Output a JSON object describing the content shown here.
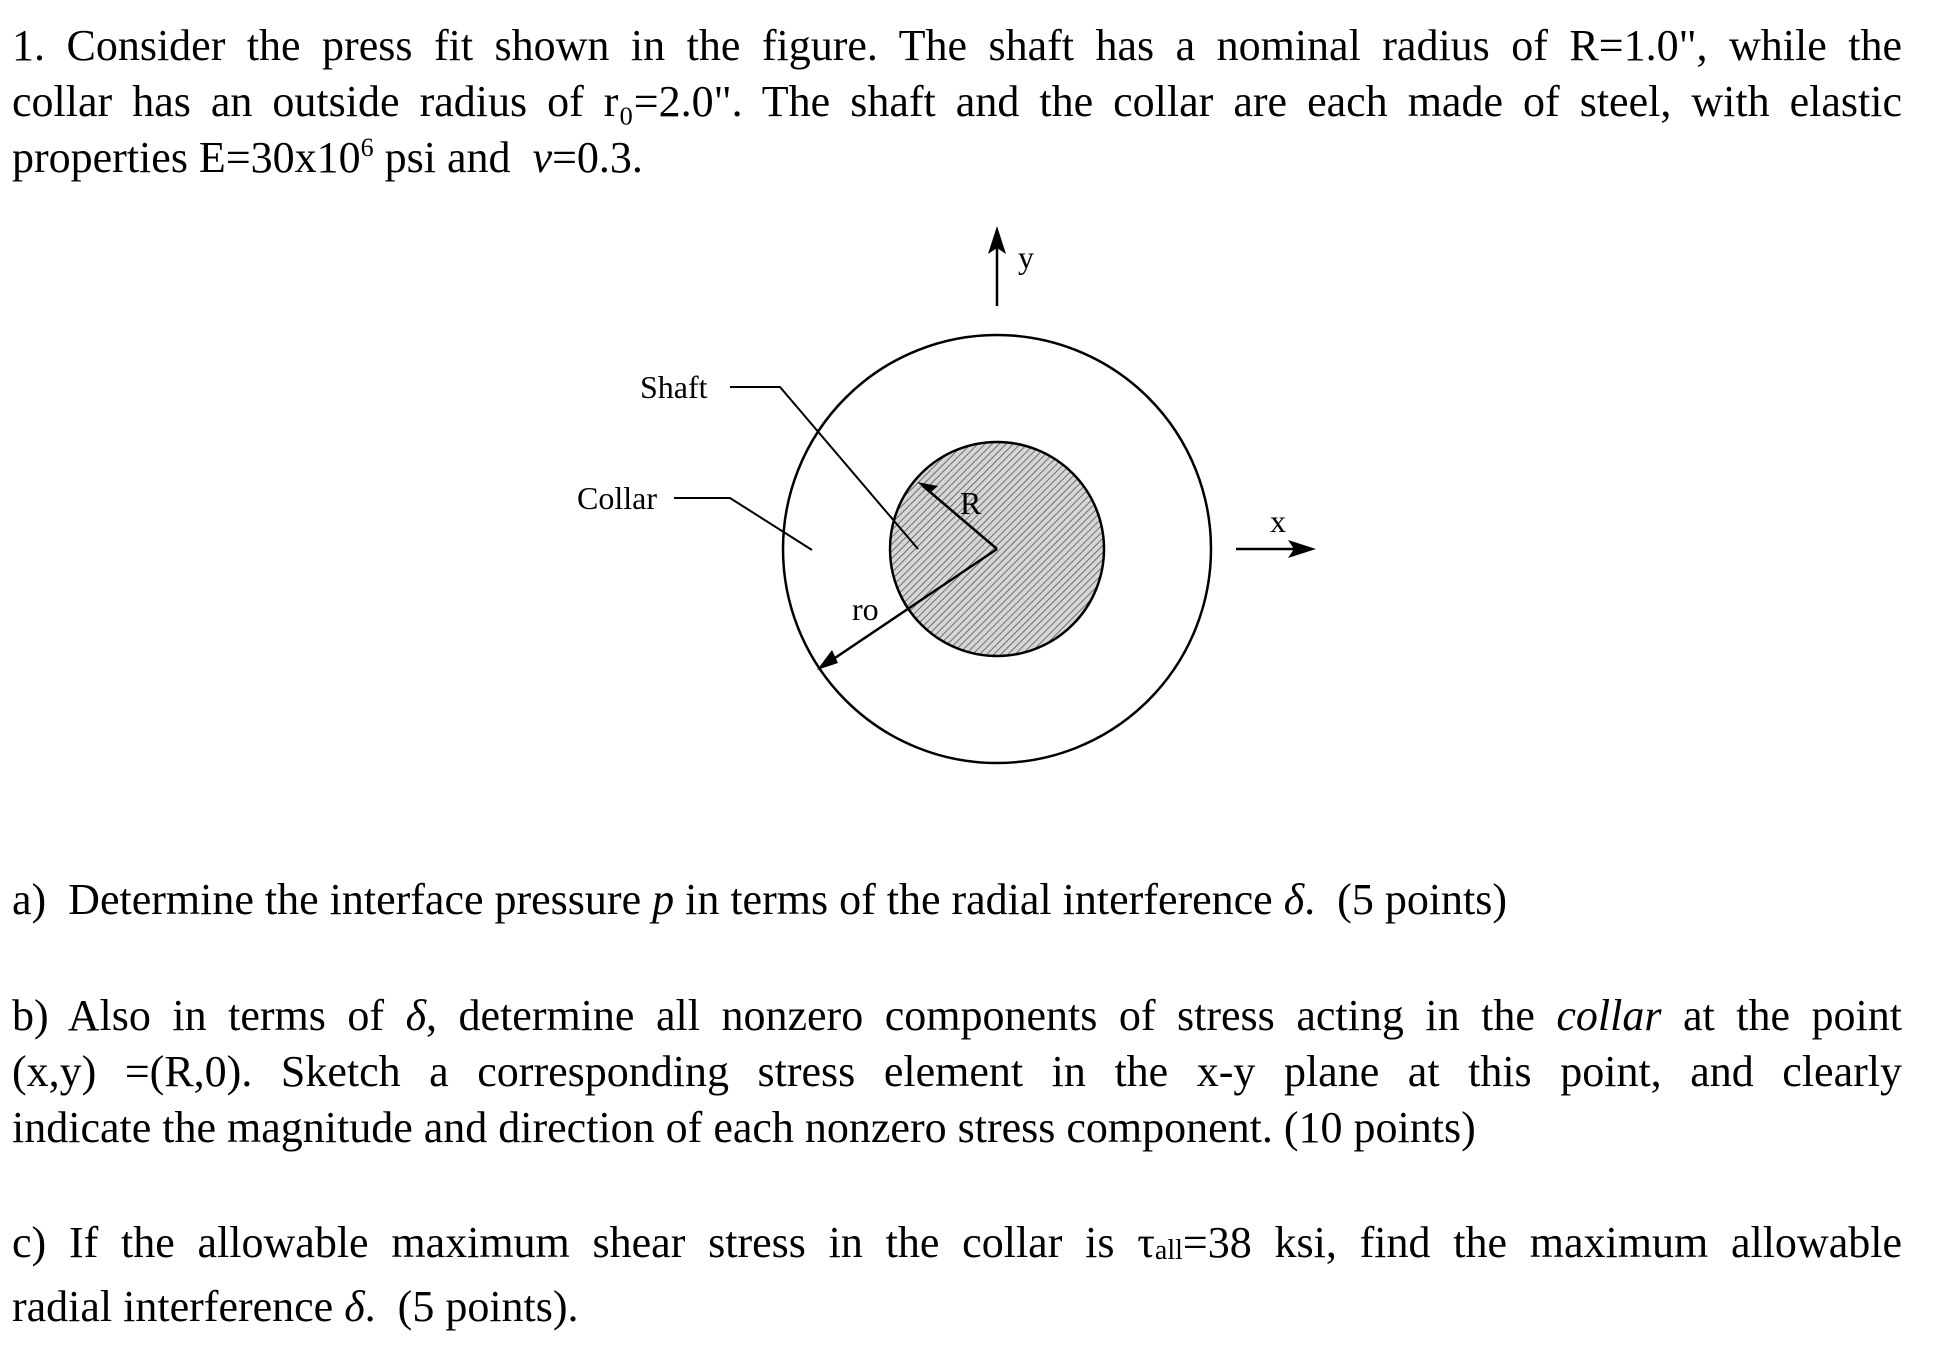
{
  "problem": {
    "intro_line1": "1.  Consider the press fit shown in the figure.  The shaft has a nominal radius of R=1.0\", while the",
    "intro_line2": "collar has an outside radius of r₀=2.0\".  The shaft and the collar are each made of steel, with elastic",
    "intro_line3_a": "properties E=30x10",
    "intro_line3_sup": "6",
    "intro_line3_b": " psi and  ",
    "intro_line3_nu": "ν",
    "intro_line3_c": "=0.3."
  },
  "figure": {
    "y_label": "y",
    "x_label": "x",
    "shaft_label": "Shaft",
    "collar_label": "Collar",
    "R_label": "R",
    "ro_label": "ro"
  },
  "part_a": {
    "text_1": "a)  Determine the interface pressure ",
    "p": "p",
    "text_2": " in terms of the radial interference ",
    "delta": "δ",
    "text_3": ".  (5 points)"
  },
  "part_b": {
    "l1_a": "b) Also in terms of ",
    "l1_delta": "δ",
    "l1_b": ", determine all nonzero components of stress acting in the ",
    "l1_collar": "collar",
    "l1_c": " at the point",
    "l2": "(x,y) =(R,0).   Sketch a corresponding stress element in the x-y plane at this point, and clearly",
    "l3": "indicate the magnitude and direction of each nonzero stress component.  (10 points)"
  },
  "part_c": {
    "l1_a": "c)  If the allowable maximum shear stress in the collar is τ",
    "l1_sub": "all",
    "l1_b": "=38 ksi, find the maximum allowable",
    "l2_a": "radial interference ",
    "l2_delta": "δ",
    "l2_b": ".  (5 points)."
  }
}
